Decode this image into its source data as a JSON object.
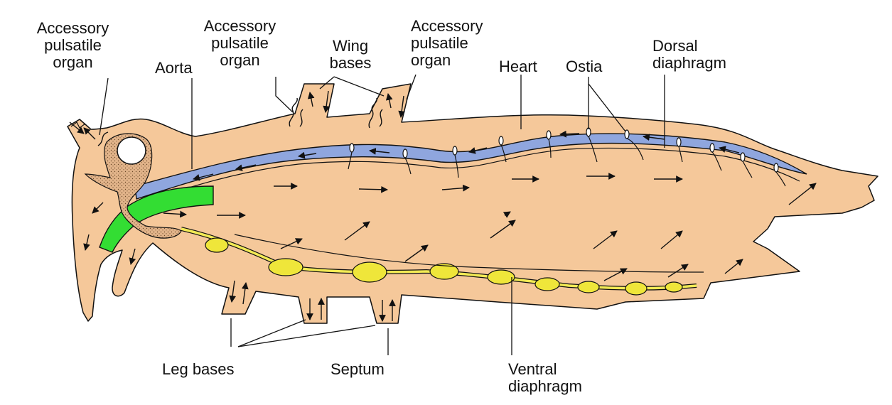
{
  "labels": {
    "accessory_1": [
      "Accessory",
      "pulsatile",
      "organ"
    ],
    "aorta": "Aorta",
    "accessory_2": [
      "Accessory",
      "pulsatile",
      "organ"
    ],
    "wing_bases": [
      "Wing",
      "bases"
    ],
    "accessory_3": [
      "Accessory",
      "pulsatile",
      "organ"
    ],
    "heart": "Heart",
    "ostia": "Ostia",
    "dorsal_diaphragm": [
      "Dorsal",
      "diaphragm"
    ],
    "leg_bases": "Leg bases",
    "septum": "Septum",
    "ventral_diaphragm": [
      "Ventral",
      "diaphragm"
    ]
  },
  "colors": {
    "body": "#F5C89A",
    "heart": "#8FA6DE",
    "aorta_green": "#33DD33",
    "nerve": "#F2EA55",
    "ganglion": "#EFE63A",
    "brain": "#E2B48A",
    "outline": "#111111"
  }
}
